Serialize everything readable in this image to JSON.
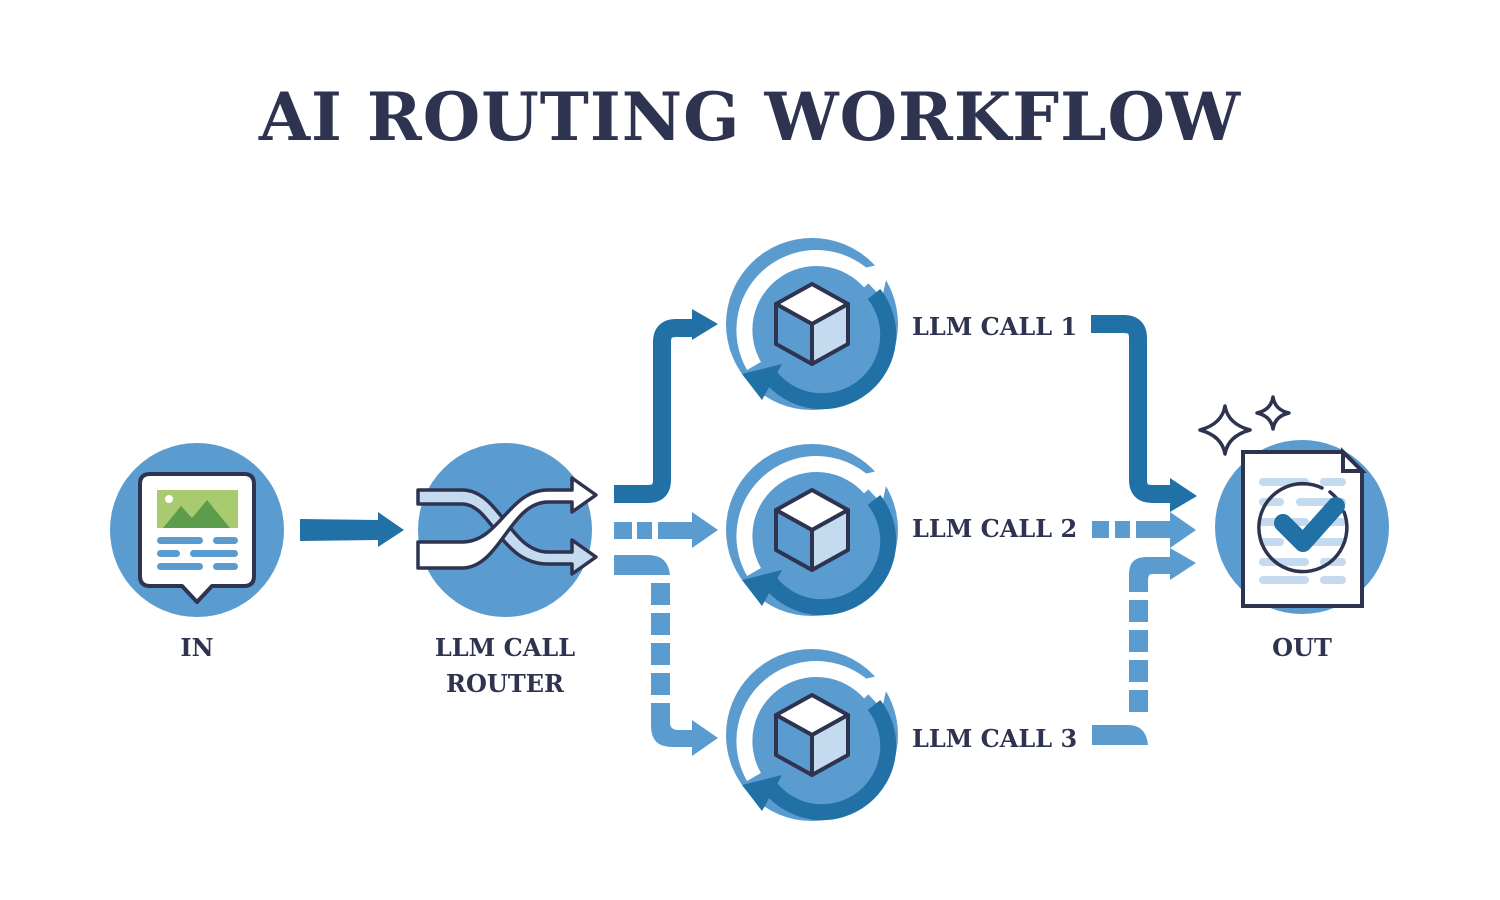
{
  "title": "AI ROUTING WORKFLOW",
  "colors": {
    "dark_text": "#2e3350",
    "circle_blue": "#5a9bd0",
    "dark_blue": "#2171a7",
    "light_blue": "#c3daef",
    "green_light": "#a9cb6f",
    "green_dark": "#5c9d4b"
  },
  "nodes": {
    "input": {
      "label": "IN",
      "icon": "document-image-message-icon"
    },
    "router": {
      "label_line1": "LLM CALL",
      "label_line2": "ROUTER",
      "icon": "shuffle-arrows-icon"
    },
    "calls": [
      {
        "label": "LLM CALL 1",
        "icon": "cube-cycle-icon",
        "path_style": "solid"
      },
      {
        "label": "LLM CALL 2",
        "icon": "cube-cycle-icon",
        "path_style": "dashed"
      },
      {
        "label": "LLM CALL 3",
        "icon": "cube-cycle-icon",
        "path_style": "dashed"
      }
    ],
    "output": {
      "label": "OUT",
      "icon": "checked-document-icon"
    }
  }
}
